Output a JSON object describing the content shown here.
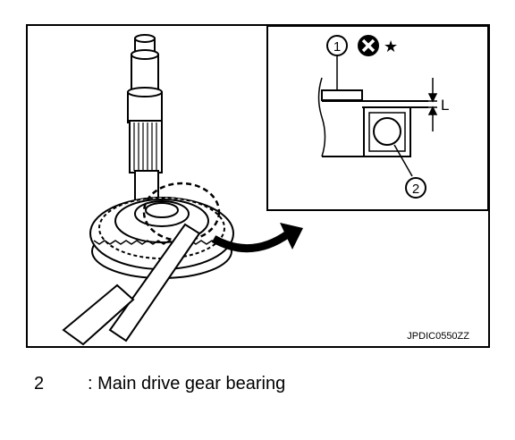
{
  "figure": {
    "callout_1": "1",
    "callout_2": "2",
    "dimension_label": "L",
    "star_symbol": "★",
    "code": "JPDIC0550ZZ"
  },
  "legend": {
    "number": "2",
    "text": ": Main drive gear bearing"
  }
}
